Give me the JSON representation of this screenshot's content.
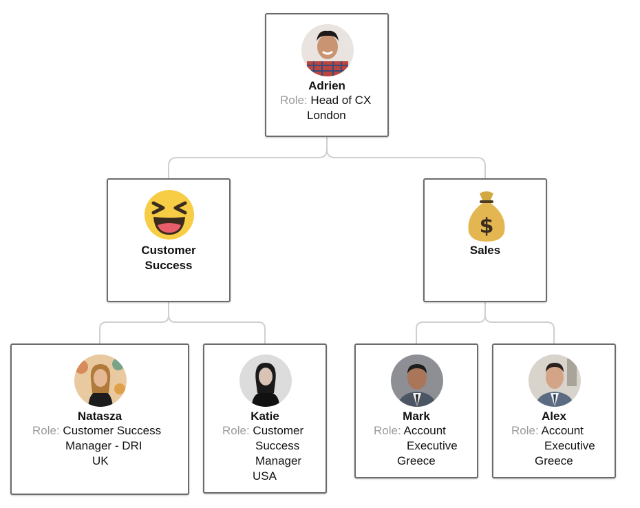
{
  "nodes": {
    "adrien": {
      "name": "Adrien",
      "role_label": "Role:",
      "role_lines": [
        "Head of CX"
      ],
      "location": "London"
    },
    "customer_success": {
      "title_lines": [
        "Customer",
        "Success"
      ],
      "icon": "laughing-emoji-icon"
    },
    "sales": {
      "title": "Sales",
      "icon": "money-bag-icon"
    },
    "natasza": {
      "name": "Natasza",
      "role_label": "Role:",
      "role_lines": [
        "Customer Success",
        "Manager - DRI"
      ],
      "location": "UK"
    },
    "katie": {
      "name": "Katie",
      "role_label": "Role:",
      "role_lines": [
        "Customer",
        "Success",
        "Manager"
      ],
      "location": "USA"
    },
    "mark": {
      "name": "Mark",
      "role_label": "Role:",
      "role_lines": [
        "Account",
        "Executive"
      ],
      "location": "Greece"
    },
    "alex": {
      "name": "Alex",
      "role_label": "Role:",
      "role_lines": [
        "Account",
        "Executive"
      ],
      "location": "Greece"
    }
  },
  "colors": {
    "border": "#6b6b6b",
    "connector": "#cfcfcf",
    "role_label": "#9a9a9a"
  }
}
